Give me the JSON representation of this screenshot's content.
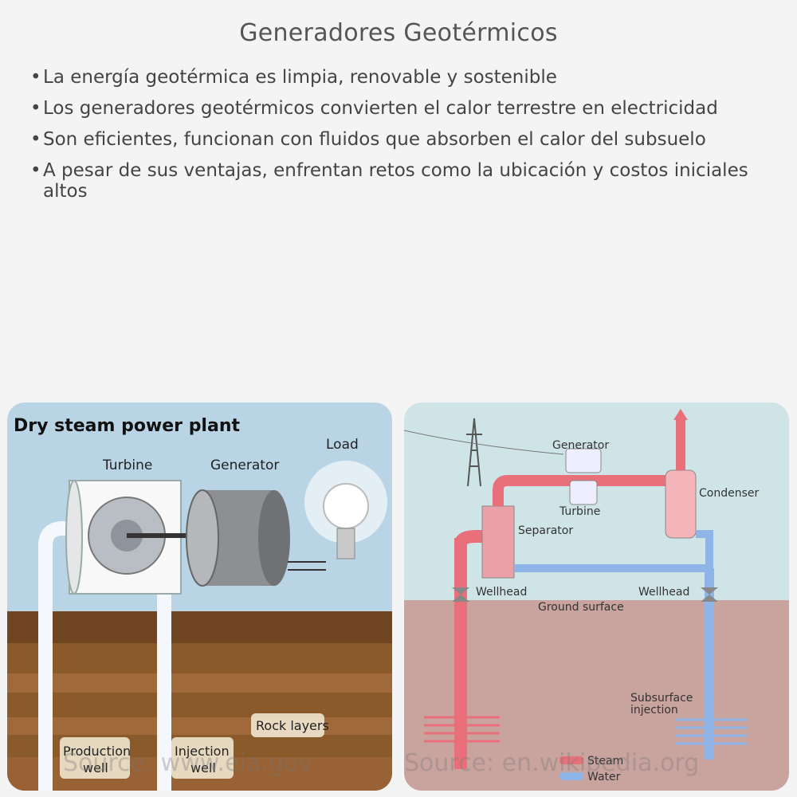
{
  "page": {
    "title": "Generadores Geotérmicos",
    "bullets": [
      "La energía geotérmica es limpia, renovable y sostenible",
      "Los generadores geotérmicos convierten el calor terrestre en electricidad",
      "Son eficientes, funcionan con fluidos que absorben el calor del subsuelo",
      "A pesar de sus ventajas, enfrentan retos como la ubicación y costos iniciales altos"
    ],
    "bullet_marker": "•"
  },
  "left_diagram": {
    "title": "Dry steam power plant",
    "turbine": "Turbine",
    "generator": "Generator",
    "load": "Load",
    "rock_layers": "Rock layers",
    "production_well_1": "Production",
    "production_well_2": "well",
    "injection_well_1": "Injection",
    "injection_well_2": "well",
    "watermark": "Source: www.eia.gov"
  },
  "right_diagram": {
    "generator": "Generator",
    "turbine": "Turbine",
    "condenser": "Condenser",
    "separator": "Separator",
    "wellhead_left": "Wellhead",
    "wellhead_right": "Wellhead",
    "ground_surface": "Ground surface",
    "subsurface_1": "Subsurface",
    "subsurface_2": "injection",
    "legend_steam": "Steam",
    "legend_water": "Water",
    "watermark": "Source: en.wikipedia.org"
  },
  "colors": {
    "steam": "#e9707a",
    "water": "#8fb5e8",
    "sky_left": "#b9d5e5",
    "earth_left": "#8a5a2b",
    "sky_right": "#cfe4e6",
    "earth_right": "#c9a39e"
  }
}
